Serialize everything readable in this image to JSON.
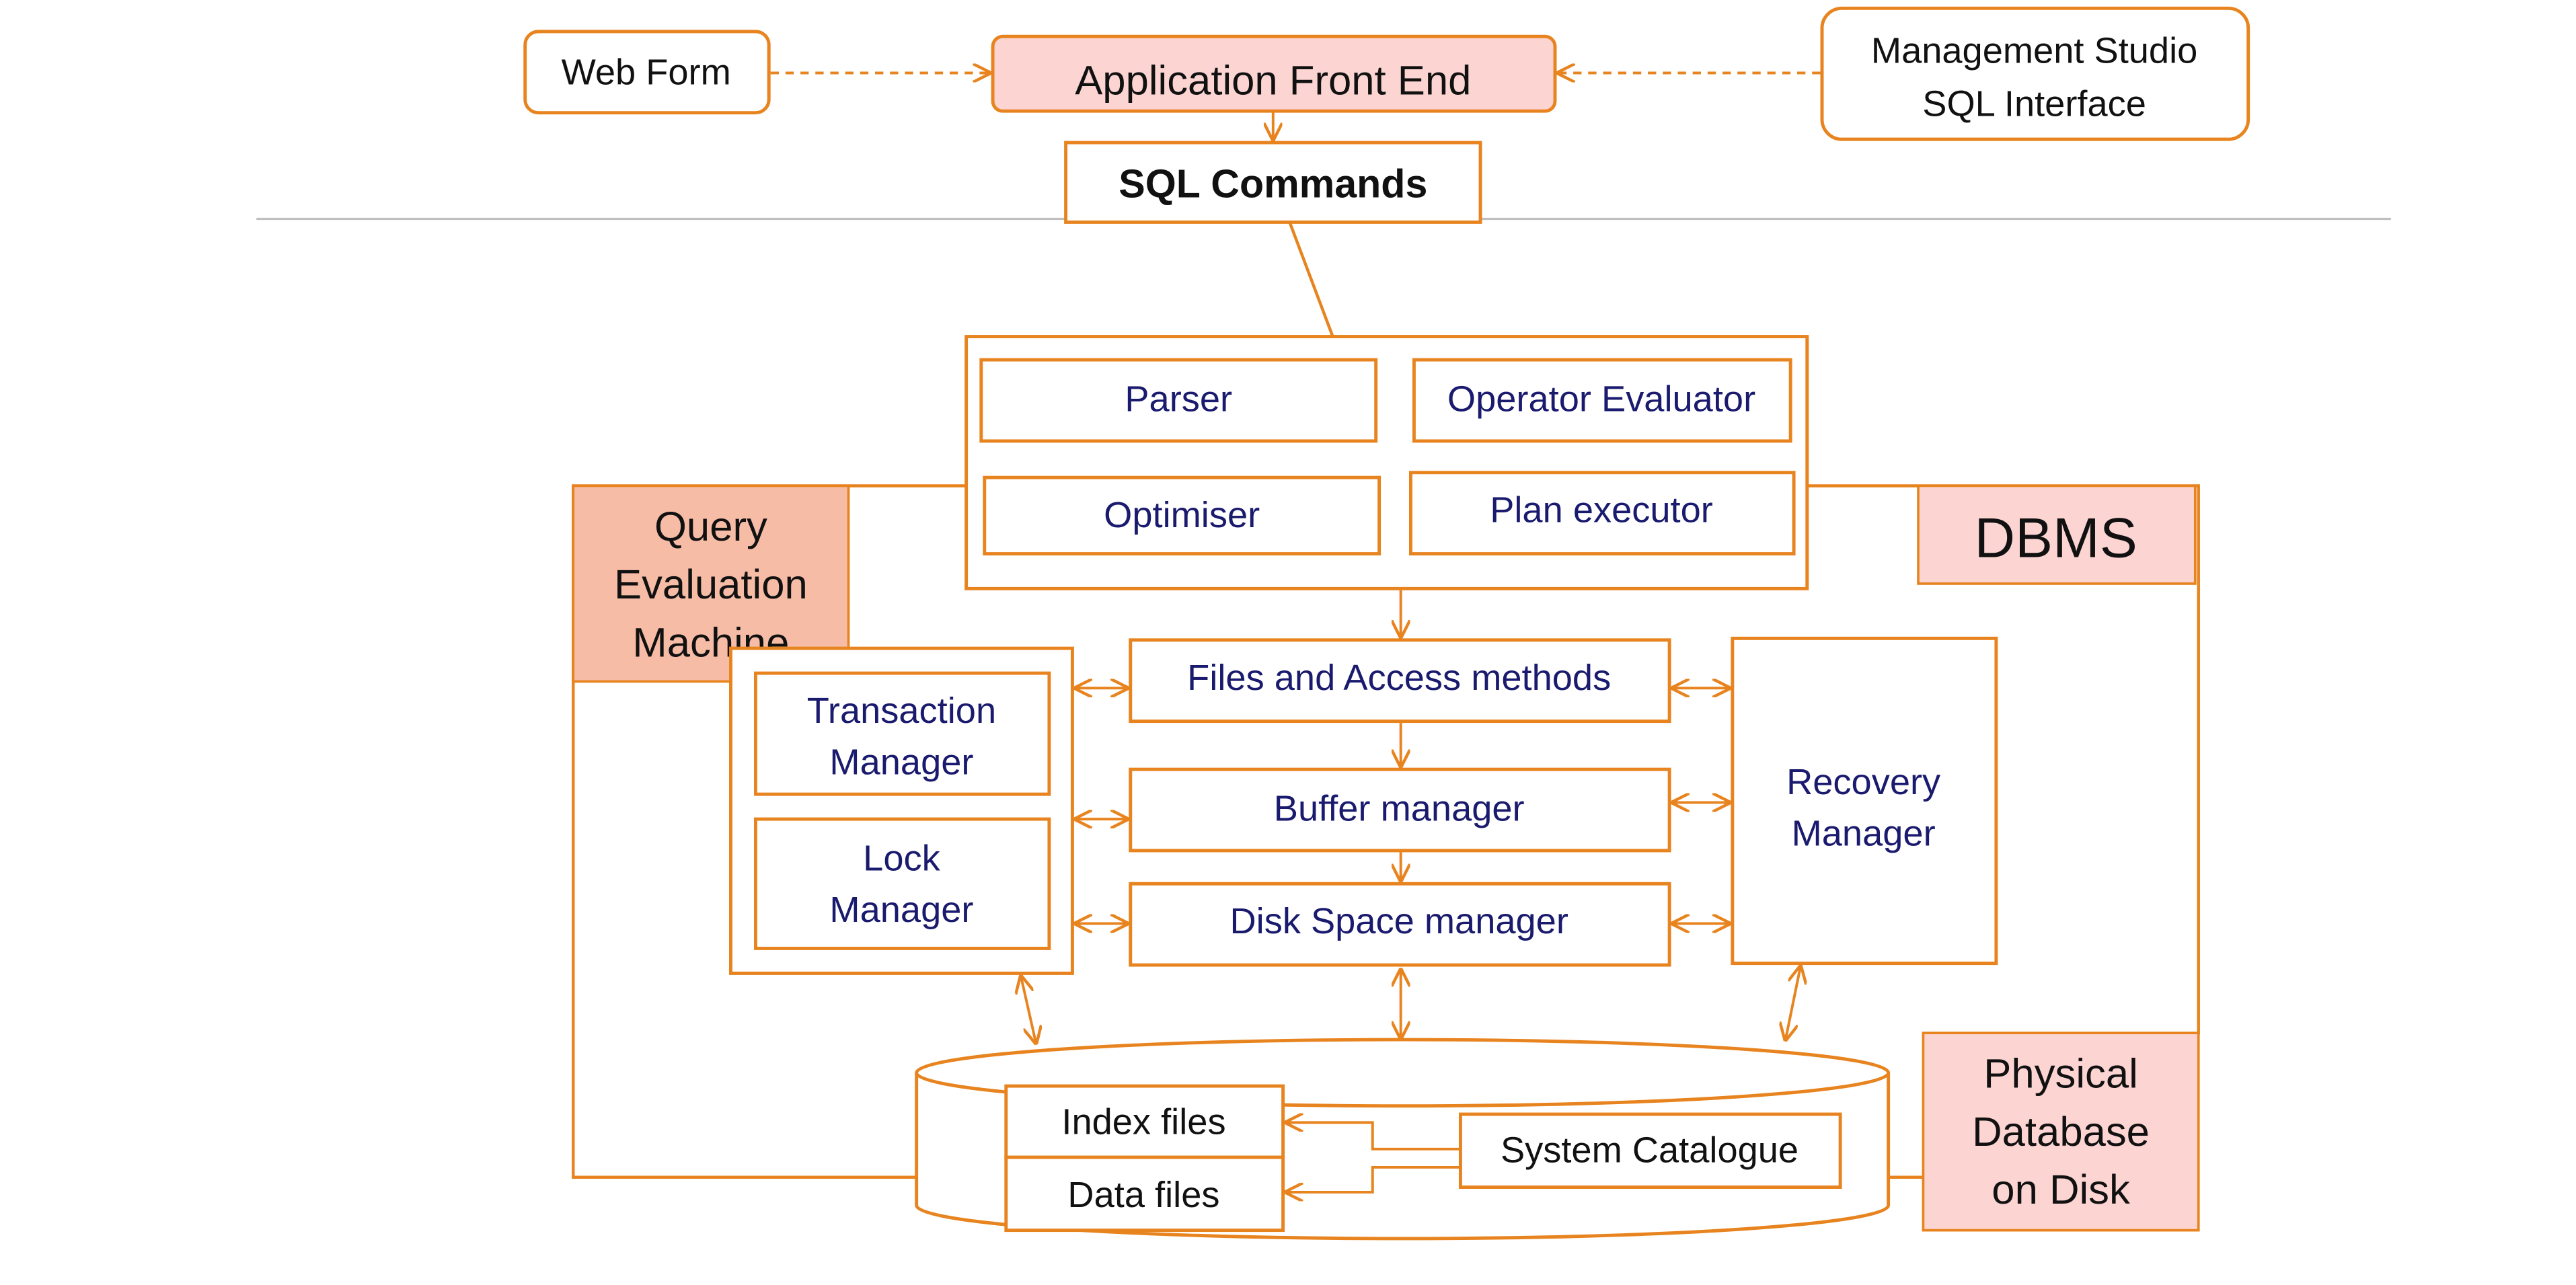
{
  "colors": {
    "stroke": "#E8841F",
    "fill_pink": "#FCD5D3",
    "fill_salmon": "#F6BCA6",
    "text_navy": "#1A1A6E",
    "text_black": "#111111",
    "divider": "#BFBFBF"
  },
  "top": {
    "web_form": "Web Form",
    "app_front_end": "Application Front End",
    "mgmt_line1": "Management Studio",
    "mgmt_line2": "SQL Interface",
    "sql_commands": "SQL Commands"
  },
  "query_engine": {
    "parser": "Parser",
    "operator_evaluator": "Operator Evaluator",
    "optimiser": "Optimiser",
    "plan_executor": "Plan executor"
  },
  "labels": {
    "qem_line1": "Query",
    "qem_line2": "Evaluation",
    "qem_line3": "Machine",
    "dbms": "DBMS",
    "phys_line1": "Physical",
    "phys_line2": "Database",
    "phys_line3": "on Disk"
  },
  "storage": {
    "files_access": "Files and Access methods",
    "buffer_manager": "Buffer manager",
    "disk_space": "Disk Space manager",
    "tx_line1": "Transaction",
    "tx_line2": "Manager",
    "lock_line1": "Lock",
    "lock_line2": "Manager",
    "rec_line1": "Recovery",
    "rec_line2": "Manager"
  },
  "disk": {
    "index_files": "Index files",
    "data_files": "Data files",
    "system_catalogue": "System Catalogue"
  }
}
